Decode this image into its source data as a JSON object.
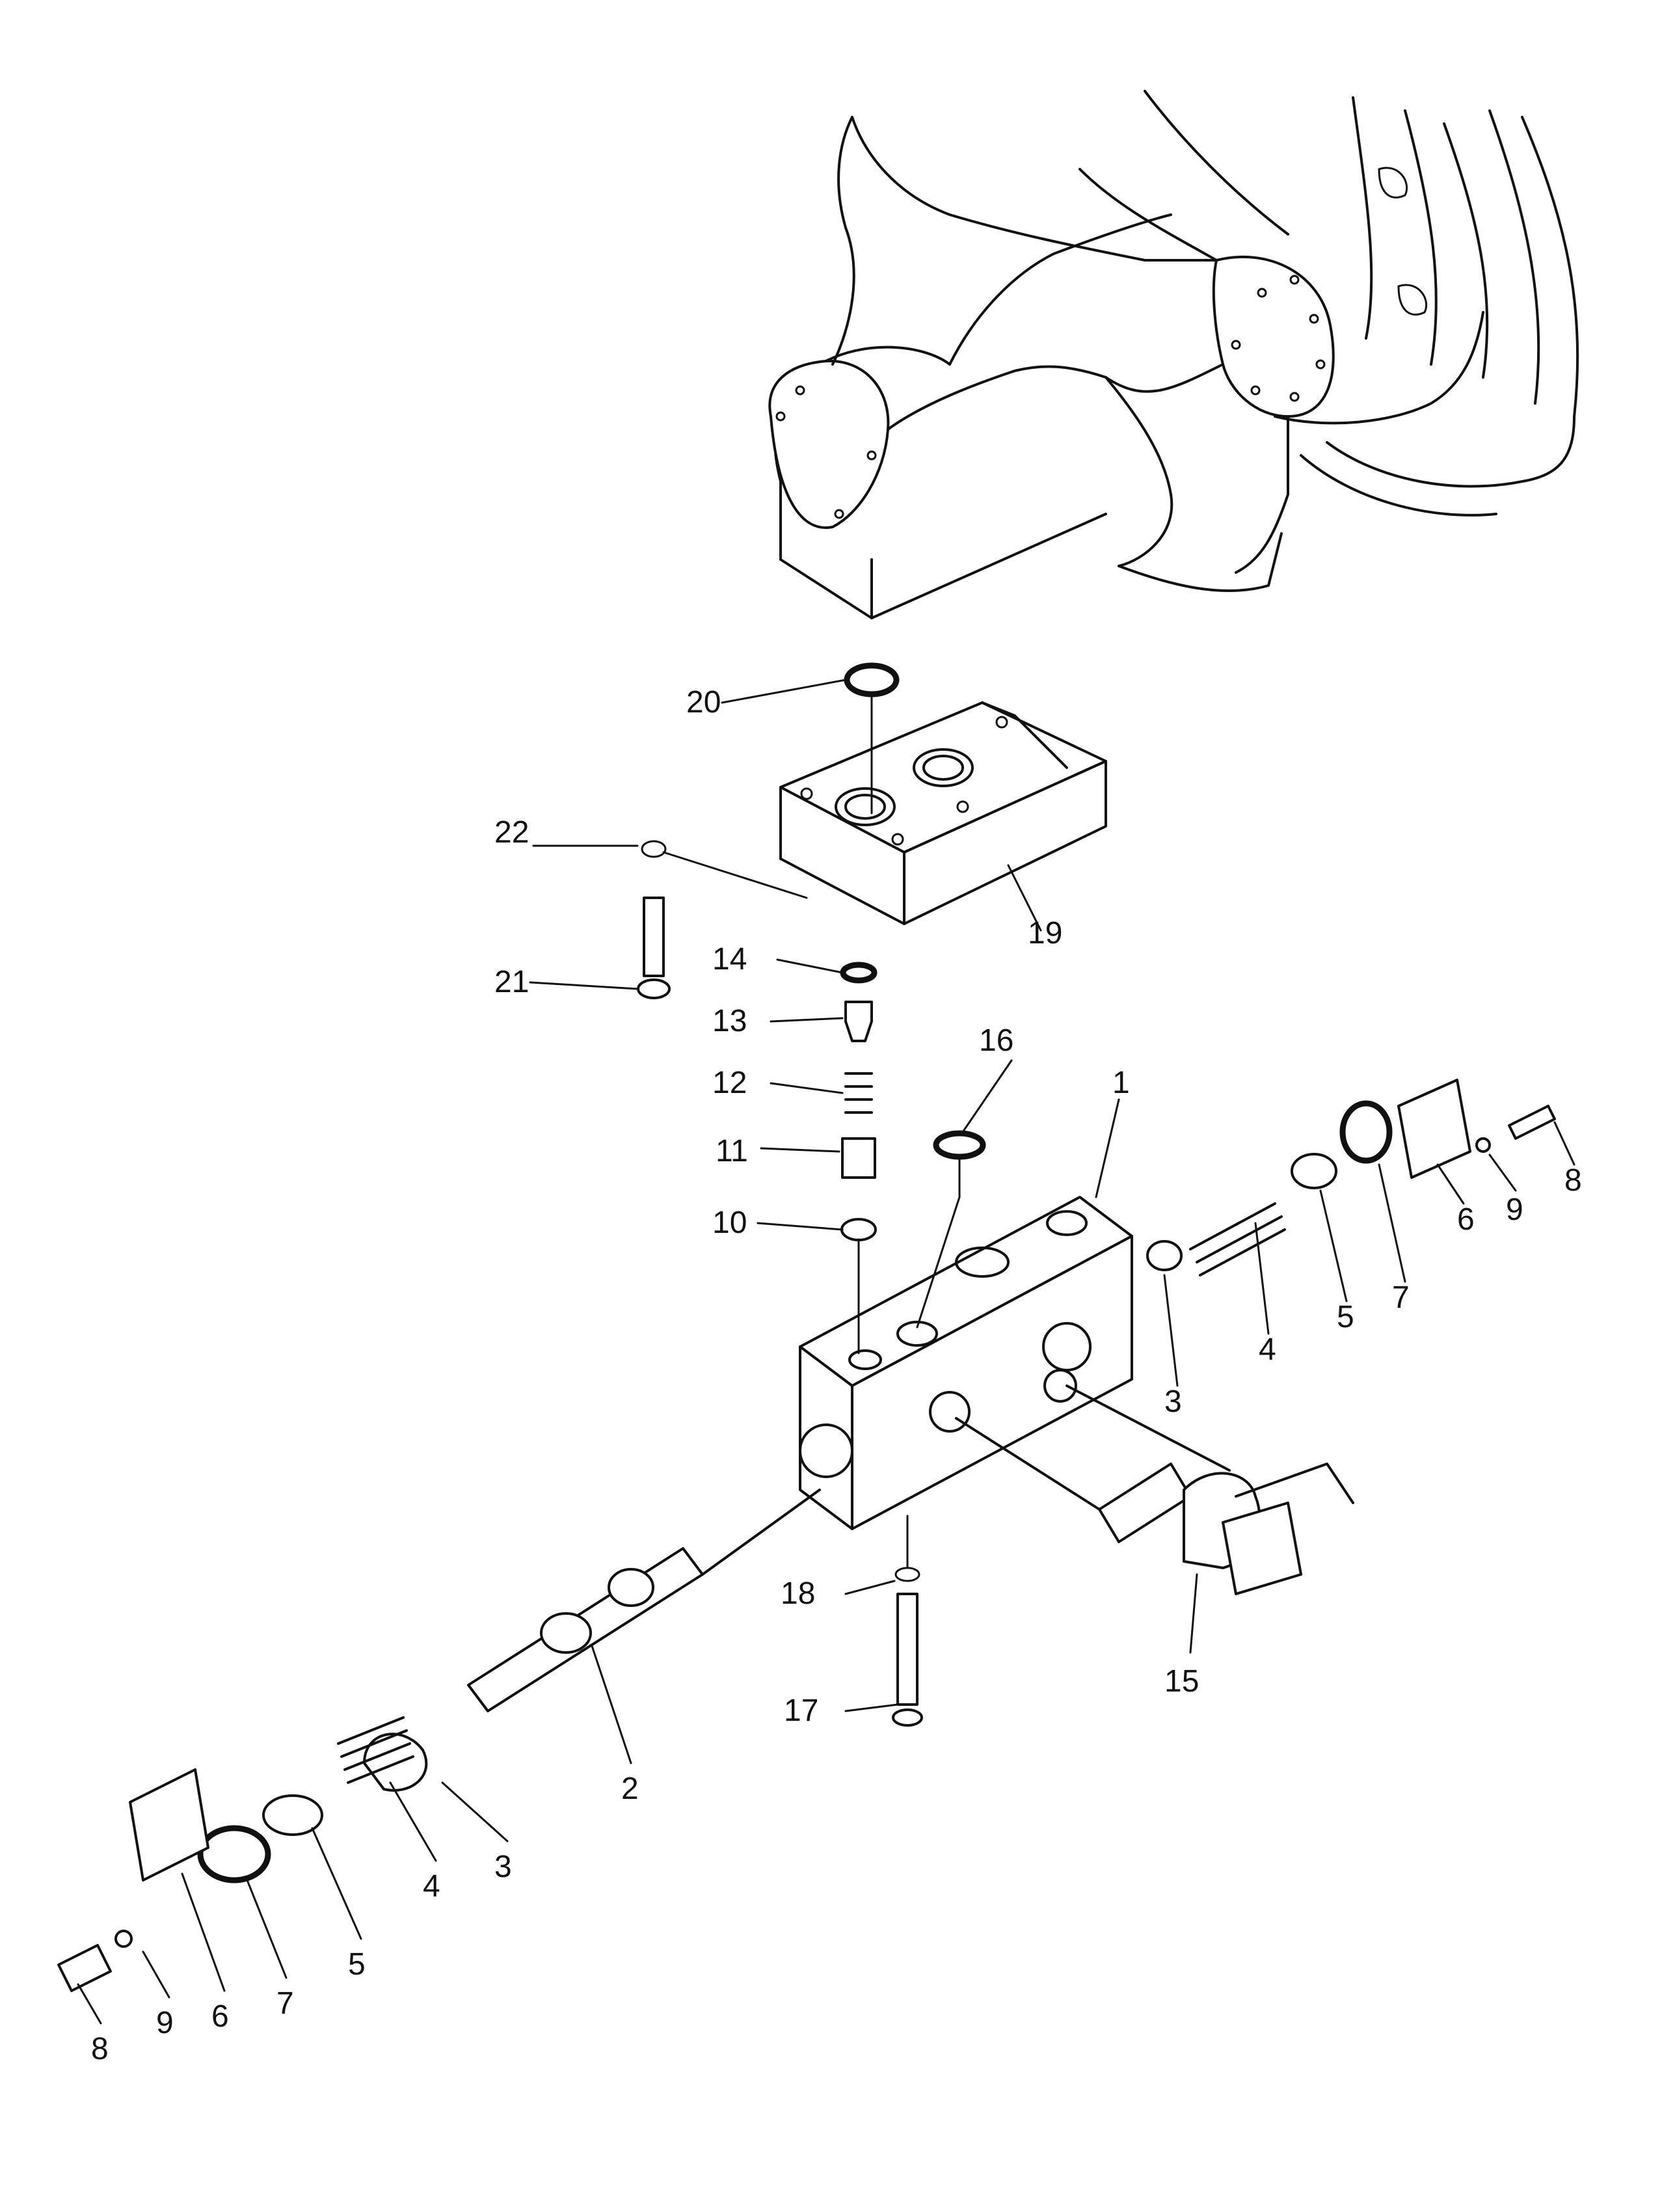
{
  "callouts": [
    {
      "id": "c1",
      "text": "1"
    },
    {
      "id": "c2",
      "text": "2"
    },
    {
      "id": "c3a",
      "text": "3"
    },
    {
      "id": "c3b",
      "text": "3"
    },
    {
      "id": "c4a",
      "text": "4"
    },
    {
      "id": "c4b",
      "text": "4"
    },
    {
      "id": "c5a",
      "text": "5"
    },
    {
      "id": "c5b",
      "text": "5"
    },
    {
      "id": "c6a",
      "text": "6"
    },
    {
      "id": "c6b",
      "text": "6"
    },
    {
      "id": "c7a",
      "text": "7"
    },
    {
      "id": "c7b",
      "text": "7"
    },
    {
      "id": "c8a",
      "text": "8"
    },
    {
      "id": "c8b",
      "text": "8"
    },
    {
      "id": "c9a",
      "text": "9"
    },
    {
      "id": "c9b",
      "text": "9"
    },
    {
      "id": "c10",
      "text": "10"
    },
    {
      "id": "c11",
      "text": "11"
    },
    {
      "id": "c12",
      "text": "12"
    },
    {
      "id": "c13",
      "text": "13"
    },
    {
      "id": "c14",
      "text": "14"
    },
    {
      "id": "c15",
      "text": "15"
    },
    {
      "id": "c16",
      "text": "16"
    },
    {
      "id": "c17",
      "text": "17"
    },
    {
      "id": "c18",
      "text": "18"
    },
    {
      "id": "c19",
      "text": "19"
    },
    {
      "id": "c20",
      "text": "20"
    },
    {
      "id": "c21",
      "text": "21"
    },
    {
      "id": "c22",
      "text": "22"
    }
  ]
}
